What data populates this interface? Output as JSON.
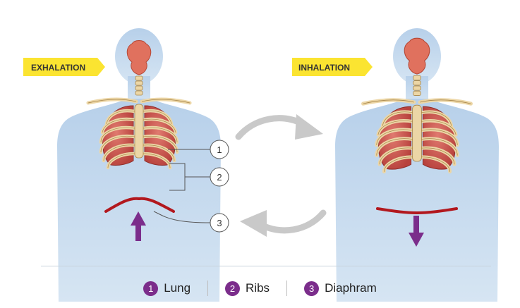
{
  "exhalation_label": "EXHALATION",
  "inhalation_label": "INHALATION",
  "callouts": [
    "1",
    "2",
    "3"
  ],
  "legend": [
    {
      "num": "1",
      "label": "Lung"
    },
    {
      "num": "2",
      "label": "Ribs"
    },
    {
      "num": "3",
      "label": "Diaphram"
    }
  ],
  "colors": {
    "body": "#b9d2ea",
    "tag": "#fbe431",
    "lung": "#c94f4a",
    "bone": "#ecd6a6",
    "diaphragm": "#b2181e",
    "arrow": "#7b2d8b",
    "cycle_arrow": "#c9c9c9"
  }
}
